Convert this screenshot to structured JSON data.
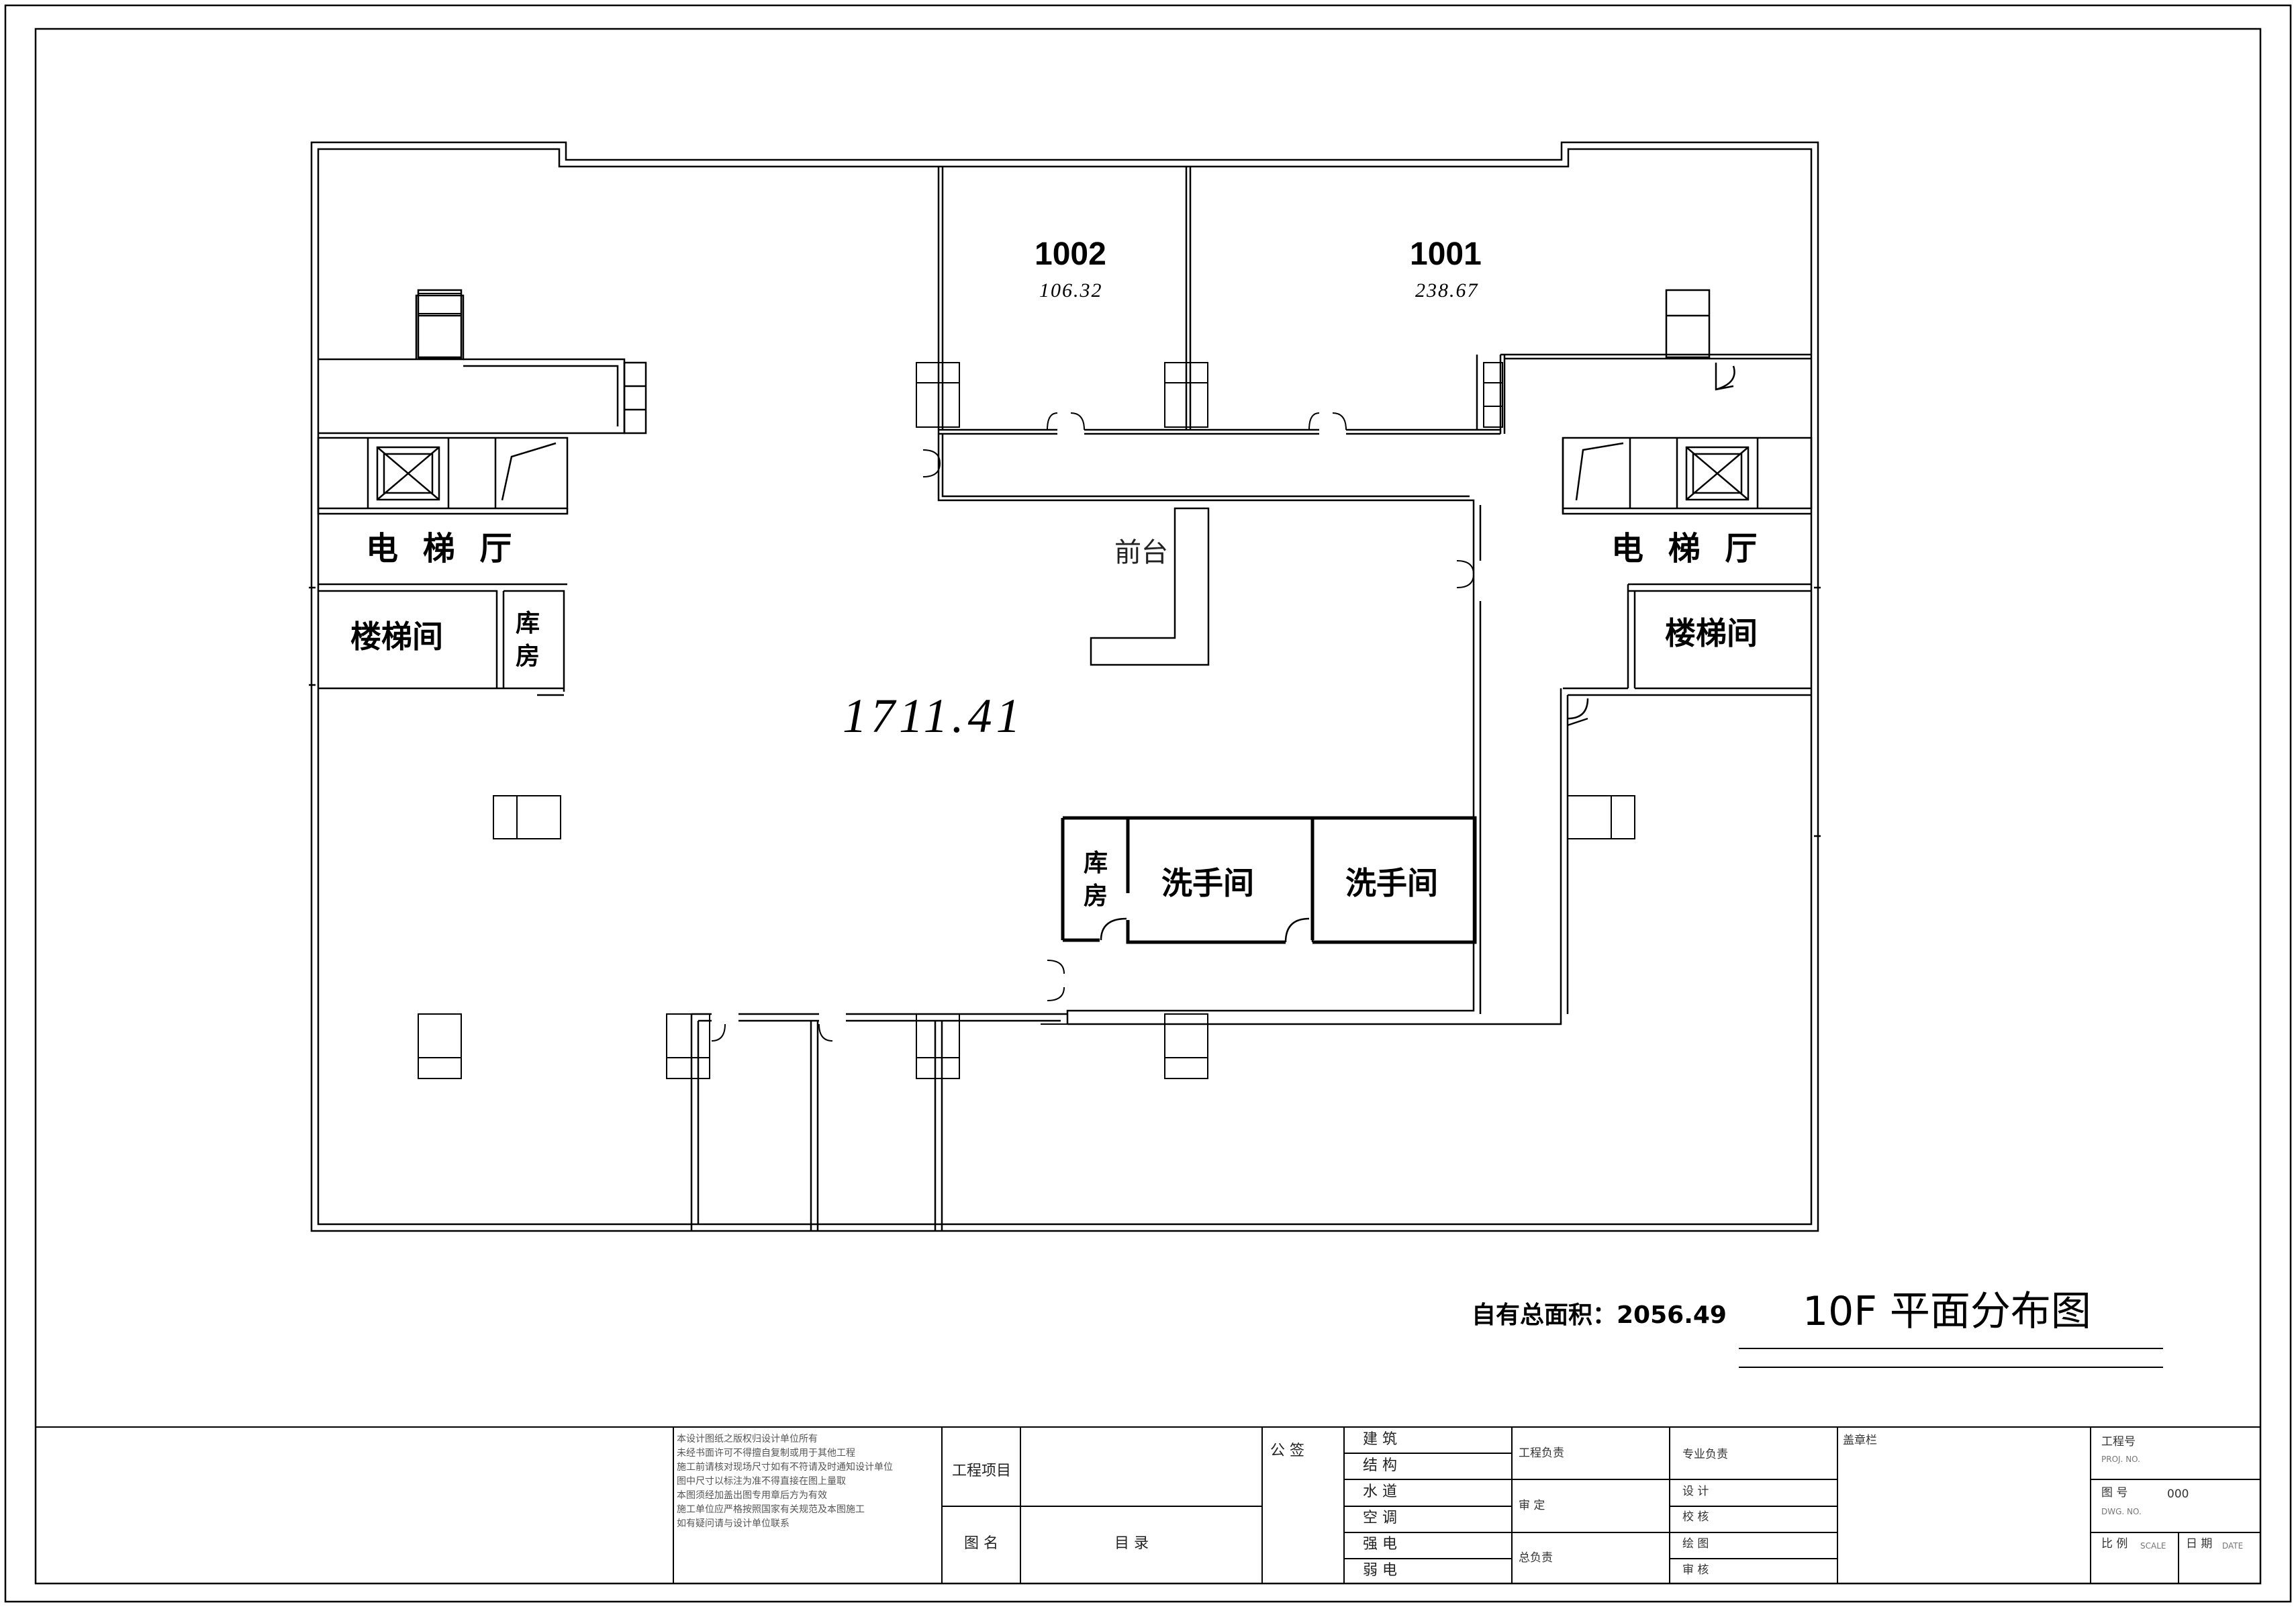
{
  "plan": {
    "units": [
      {
        "number": "1002",
        "area": "106.32"
      },
      {
        "number": "1001",
        "area": "238.67"
      }
    ],
    "common_area": "1711.41",
    "rooms": {
      "elevator_hall": "电 梯 厅",
      "stairwell": "楼梯间",
      "storeroom": "库房",
      "washroom": "洗手间",
      "reception": "前台"
    }
  },
  "summary": {
    "total_area": "自有总面积：2056.49",
    "drawing_title": "10F 平面分布图"
  },
  "title_block": {
    "notes": [
      "本设计图纸之版权归设计单位所有",
      "未经书面许可不得擅自复制或用于其他工程",
      "施工前请核对现场尺寸如有不符请及时通知设计单位",
      "图中尺寸以标注为准不得直接在图上量取",
      "本图须经加盖出图专用章后方为有效",
      "施工单位应严格按照国家有关规范及本图施工",
      "如有疑问请与设计单位联系"
    ],
    "project_label": "工程项目",
    "drawing_name_label": "图 名",
    "drawing_name": "目 录",
    "countersign": "公 签",
    "disciplines": [
      "建 筑",
      "结 构",
      "水 道",
      "空 调",
      "强 电",
      "弱 电"
    ],
    "roles": {
      "project_lead": "工程负责",
      "discipline_lead": "专业负责",
      "approve": "审 定",
      "general_lead": "总负责",
      "design": "设 计",
      "check": "校 核",
      "draw": "绘 图",
      "review": "审 核"
    },
    "seal": "盖章栏",
    "project_no_label": "工程号",
    "project_no_en": "PROJ. NO.",
    "drawing_no_label": "图 号",
    "drawing_no_en": "DWG. NO.",
    "drawing_no": "000",
    "scale_label": "比 例",
    "scale_en": "SCALE",
    "date_label": "日 期",
    "date_en": "DATE"
  }
}
